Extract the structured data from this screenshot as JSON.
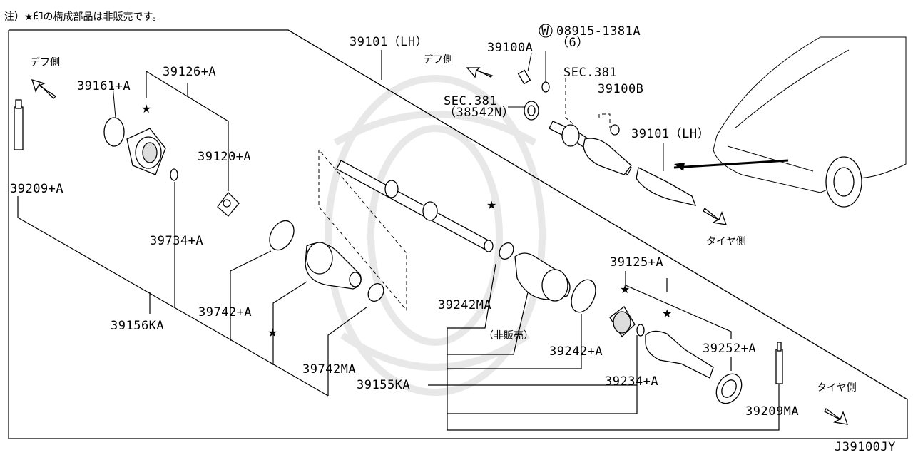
{
  "note": "注）★印の構成部品は非販売です。",
  "diagram_code": "J39100JY",
  "labels": {
    "def_side_left": "デフ側",
    "def_side_top": "デフ側",
    "tire_side_right": "タイヤ側",
    "tire_side_bottom": "タイヤ側",
    "p39101_lh_top": "39101（LH）",
    "p39100a": "39100A",
    "w_mark": "W",
    "p08915": "08915-1381A",
    "p08915_qty": "（6）",
    "sec381_a": "SEC.381",
    "sec381_b": "SEC.381",
    "sec381_b_sub": "（38542N）",
    "p39100b": "39100B",
    "p39101_lh_car": "39101（LH）",
    "p39161": "39161+A",
    "p39126": "39126+A",
    "p39120": "39120+A",
    "p39209a": "39209+A",
    "p39734": "39734+A",
    "p39742": "39742+A",
    "p39156ka": "39156KA",
    "p39742ma": "39742MA",
    "p39242ma": "39242MA",
    "hihanbai": "（非販売）",
    "p39242a": "39242+A",
    "p39155ka": "39155KA",
    "p39125": "39125+A",
    "p39252": "39252+A",
    "p39234": "39234+A",
    "p39209ma": "39209MA",
    "star": "★"
  }
}
